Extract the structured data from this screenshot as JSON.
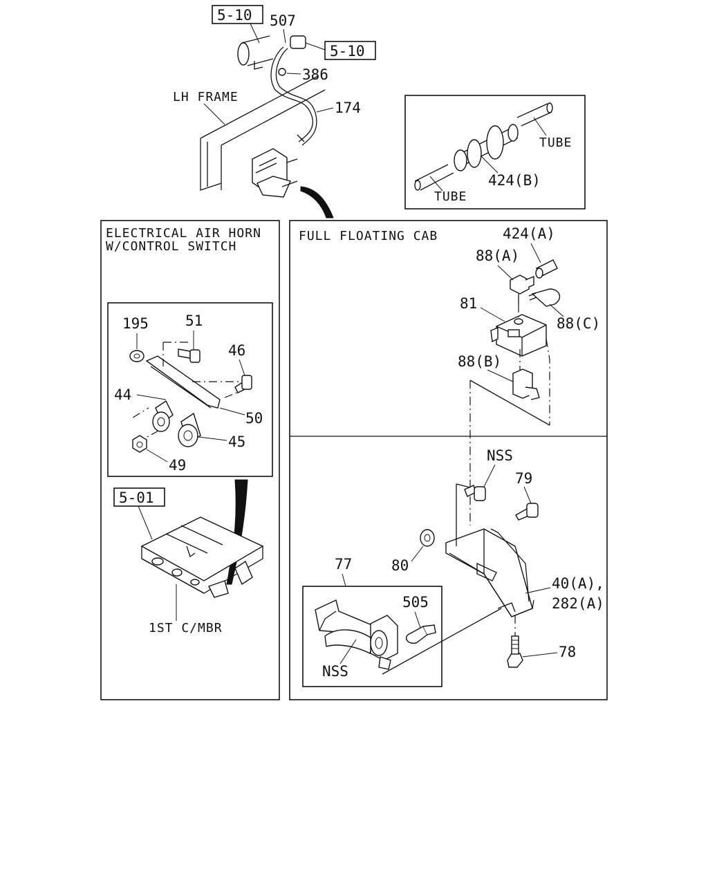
{
  "titles": {
    "horn": "ELECTRICAL AIR HORN",
    "horn_sub": "W/CONTROL SWITCH",
    "cab": "FULL FLOATING CAB"
  },
  "refs": {
    "ref_510_a": "5-10",
    "ref_510_b": "5-10",
    "ref_501": "5-01"
  },
  "labels": {
    "lh_frame": "LH FRAME",
    "p507": "507",
    "p386": "386",
    "p174": "174",
    "tube_1": "TUBE",
    "tube_2": "TUBE",
    "p424b": "424(B)",
    "p424a": "424(A)",
    "p88a": "88(A)",
    "p88c": "88(C)",
    "p81": "81",
    "p88b": "88(B)",
    "p195": "195",
    "p51": "51",
    "p46": "46",
    "p44": "44",
    "p50": "50",
    "p45": "45",
    "p49": "49",
    "nss_1": "NSS",
    "p79": "79",
    "p80": "80",
    "p77": "77",
    "p40a": "40(A),",
    "p282a": "282(A)",
    "p505": "505",
    "nss_2": "NSS",
    "p78": "78",
    "c_mbr": "1ST C/MBR"
  }
}
